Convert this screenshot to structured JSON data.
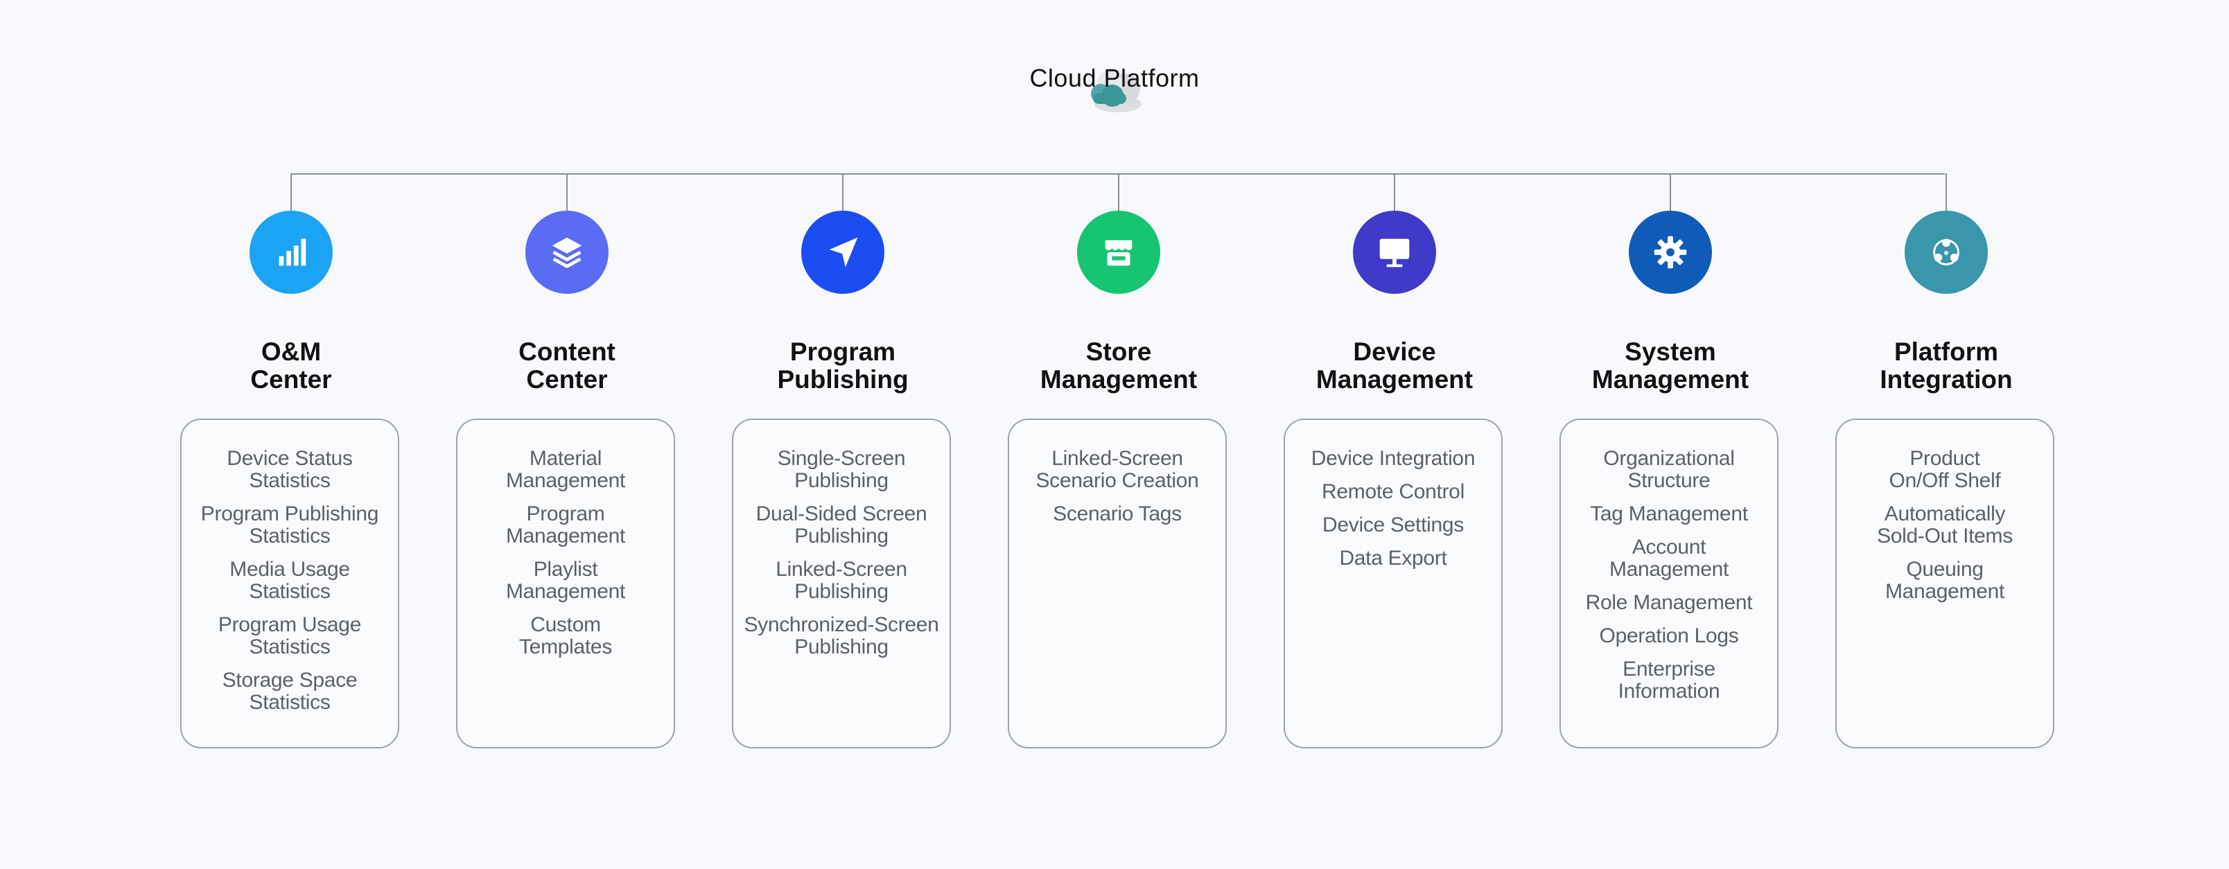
{
  "root": {
    "title": "Cloud Platform",
    "icon": "cloud-icon"
  },
  "modules": [
    {
      "key": "om",
      "color": "#1ba4f4",
      "icon": "bar-chart-icon",
      "title": [
        "O&M",
        "Center"
      ],
      "items": [
        [
          "Device Status",
          "Statistics"
        ],
        [
          "Program Publishing",
          "Statistics"
        ],
        [
          "Media Usage",
          "Statistics"
        ],
        [
          "Program Usage",
          "Statistics"
        ],
        [
          "Storage Space",
          "Statistics"
        ]
      ]
    },
    {
      "key": "content",
      "color": "#5a6cf4",
      "icon": "layers-icon",
      "title": [
        "Content",
        "Center"
      ],
      "items": [
        [
          "Material",
          "Management"
        ],
        [
          "Program",
          "Management"
        ],
        [
          "Playlist",
          "Management"
        ],
        [
          "Custom",
          "Templates"
        ]
      ]
    },
    {
      "key": "publishing",
      "color": "#1c4df2",
      "icon": "send-arrow-icon",
      "title": [
        "Program",
        "Publishing"
      ],
      "items": [
        [
          "Single-Screen",
          "Publishing"
        ],
        [
          "Dual-Sided Screen",
          "Publishing"
        ],
        [
          "Linked-Screen",
          "Publishing"
        ],
        [
          "Synchronized-Screen",
          "Publishing"
        ]
      ]
    },
    {
      "key": "store",
      "color": "#17c472",
      "icon": "storefront-icon",
      "title": [
        "Store",
        "Management"
      ],
      "items": [
        [
          "Linked-Screen",
          "Scenario Creation"
        ],
        [
          "Scenario Tags"
        ]
      ]
    },
    {
      "key": "device",
      "color": "#3f3ac8",
      "icon": "monitor-icon",
      "title": [
        "Device",
        "Management"
      ],
      "items": [
        [
          "Device Integration"
        ],
        [
          "Remote Control"
        ],
        [
          "Device Settings"
        ],
        [
          "Data Export"
        ]
      ]
    },
    {
      "key": "system",
      "color": "#0f5bb8",
      "icon": "gear-icon",
      "title": [
        "System",
        "Management"
      ],
      "items": [
        [
          "Organizational",
          "Structure"
        ],
        [
          "Tag Management"
        ],
        [
          "Account",
          "Management"
        ],
        [
          "Role Management"
        ],
        [
          "Operation Logs"
        ],
        [
          "Enterprise",
          "Information"
        ]
      ]
    },
    {
      "key": "integration",
      "color": "#3a96aa",
      "icon": "share-nodes-icon",
      "title": [
        "Platform",
        "Integration"
      ],
      "items": [
        [
          "Product",
          "On/Off Shelf"
        ],
        [
          "Automatically",
          "Sold-Out Items"
        ],
        [
          "Queuing",
          "Management"
        ]
      ]
    }
  ]
}
